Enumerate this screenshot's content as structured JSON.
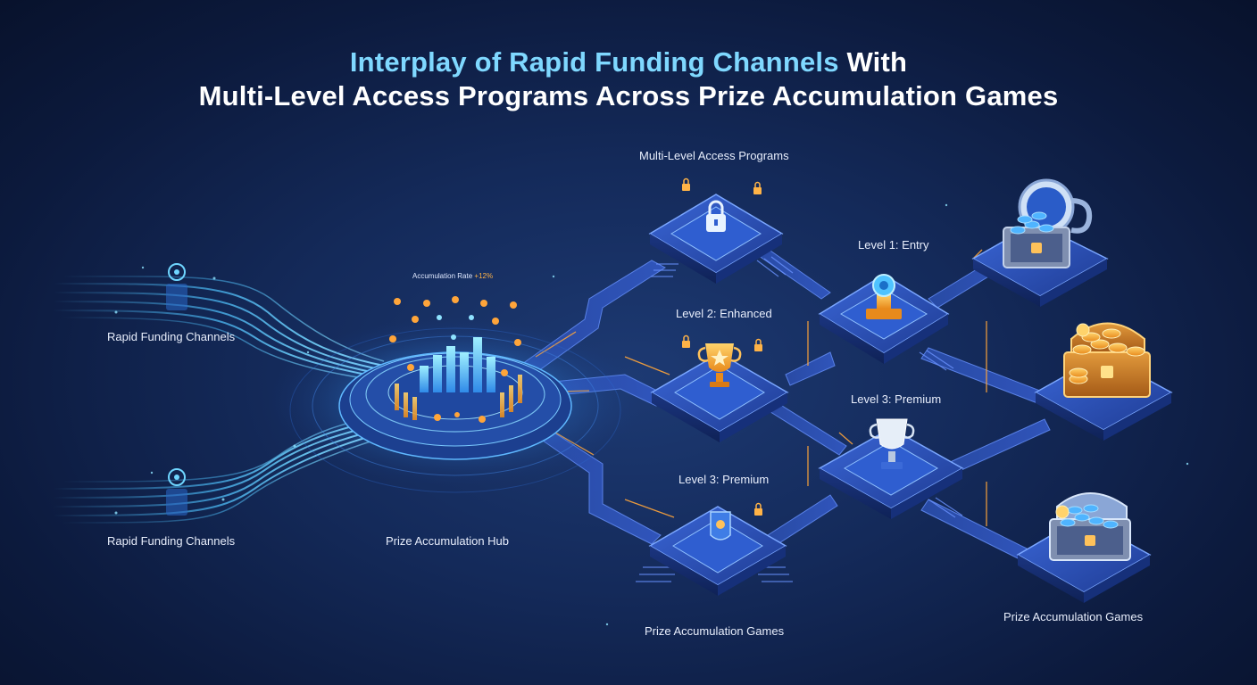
{
  "title": {
    "line1_highlight": "Interplay of Rapid Funding Channels",
    "line1_rest": " With",
    "line2": "Multi-Level Access Programs Across Prize Accumulation Games"
  },
  "labels": {
    "rapid_funding_top": "Rapid Funding Channels",
    "rapid_funding_bottom": "Rapid Funding Channels",
    "hub": "Prize Accumulation Hub",
    "accumulation_rate": "Accumulation Rate",
    "accumulation_rate_value": "+12%",
    "multi_level": "Multi-Level Access Programs",
    "level1": "Level 1: Entry",
    "level2": "Level 2: Enhanced",
    "level3_right": "Level 3: Premium",
    "level3_bottom": "Level 3: Premium",
    "games_bottom": "Prize Accumulation Games",
    "games_right": "Prize Accumulation Games"
  },
  "colors": {
    "accent_cyan": "#7fd8ff",
    "accent_orange": "#ffa53a",
    "platform_blue": "#2b4fb0",
    "background": "#0c1a3d"
  },
  "icons": {
    "lock": "lock-icon",
    "trophy": "trophy-icon",
    "treasure": "treasure-chest-icon",
    "shield": "shield-icon",
    "bar_chart": "bar-chart-icon",
    "funnel": "funding-channel-icon"
  }
}
